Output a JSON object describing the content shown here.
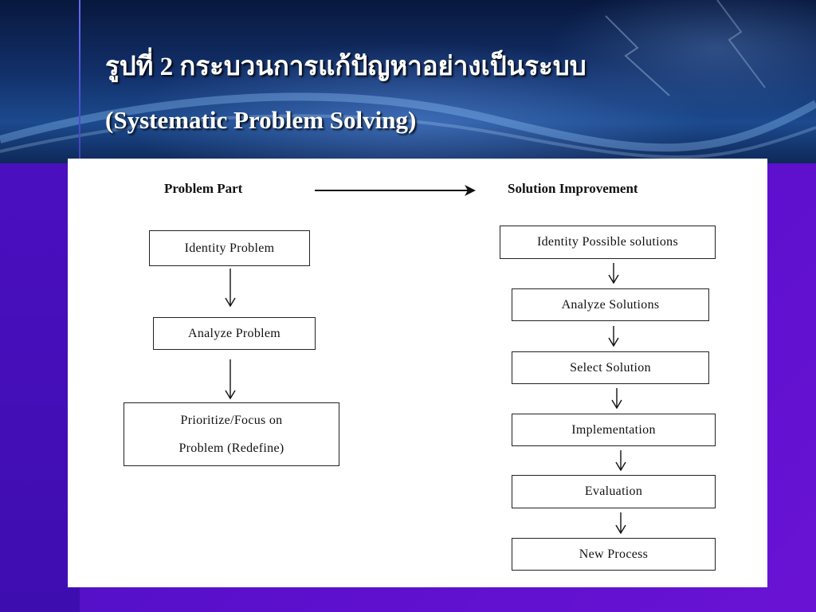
{
  "slide": {
    "title_thai": "รูปที่ 2 กระบวนการแก้ปัญหาอย่างเป็นระบบ",
    "title_english": "(Systematic Problem Solving)"
  },
  "diagram": {
    "problem_heading": "Problem Part",
    "solution_heading": "Solution Improvement",
    "problem_steps": [
      "Identity Problem",
      "Analyze Problem",
      [
        "Prioritize/Focus on",
        "Problem (Redefine)"
      ]
    ],
    "solution_steps": [
      "Identity Possible solutions",
      "Analyze Solutions",
      "Select Solution",
      "Implementation",
      "Evaluation",
      "New Process"
    ]
  },
  "colors": {
    "background": "#5b10cc",
    "header": "#12306a",
    "title_text": "#ffffff",
    "diagram_bg": "#ffffff"
  }
}
